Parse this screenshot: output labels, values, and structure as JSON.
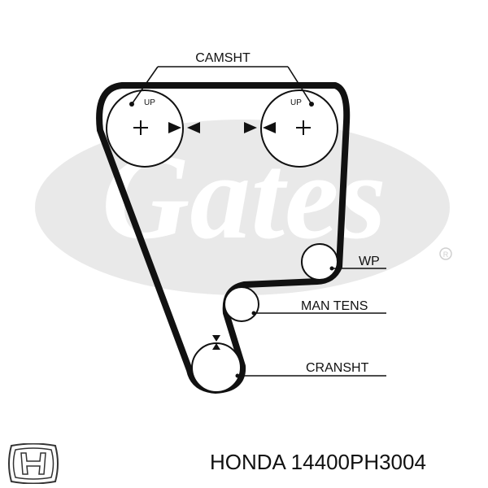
{
  "diagram": {
    "labels": {
      "camshaft": "CAMSHT",
      "water_pump": "WP",
      "tensioner": "MAN TENS",
      "crankshaft": "CRANSHT",
      "left_up": "UP",
      "right_up": "UP"
    },
    "watermark": {
      "text": "Gates",
      "registered_mark": "®",
      "color": "#e6e6e6"
    }
  },
  "footer": {
    "brand_text": "HONDA",
    "part_number": "14400PH3004",
    "caption": "HONDA 14400PH3004",
    "logo_icon": "honda-h-logo-icon"
  }
}
